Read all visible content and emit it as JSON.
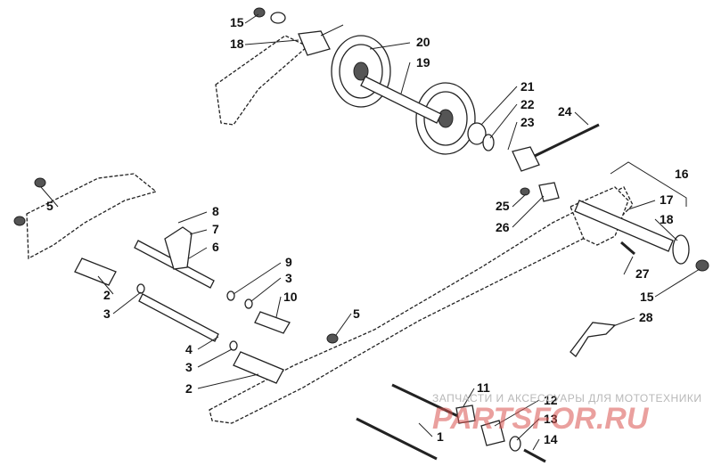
{
  "callouts": [
    {
      "n": "15"
    },
    {
      "n": "18"
    },
    {
      "n": "20"
    },
    {
      "n": "19"
    },
    {
      "n": "21"
    },
    {
      "n": "22"
    },
    {
      "n": "23"
    },
    {
      "n": "24"
    },
    {
      "n": "16"
    },
    {
      "n": "17"
    },
    {
      "n": "18"
    },
    {
      "n": "25"
    },
    {
      "n": "26"
    },
    {
      "n": "27"
    },
    {
      "n": "15"
    },
    {
      "n": "28"
    },
    {
      "n": "5"
    },
    {
      "n": "8"
    },
    {
      "n": "7"
    },
    {
      "n": "6"
    },
    {
      "n": "9"
    },
    {
      "n": "3"
    },
    {
      "n": "10"
    },
    {
      "n": "2"
    },
    {
      "n": "3"
    },
    {
      "n": "4"
    },
    {
      "n": "3"
    },
    {
      "n": "2"
    },
    {
      "n": "5"
    },
    {
      "n": "11"
    },
    {
      "n": "12"
    },
    {
      "n": "13"
    },
    {
      "n": "14"
    },
    {
      "n": "1"
    }
  ],
  "watermark": {
    "caption": "ЗАПЧАСТИ И АКСЕССУАРЫ ДЛЯ МОТОТЕХНИКИ",
    "logo": "PARTSFOR.RU"
  }
}
